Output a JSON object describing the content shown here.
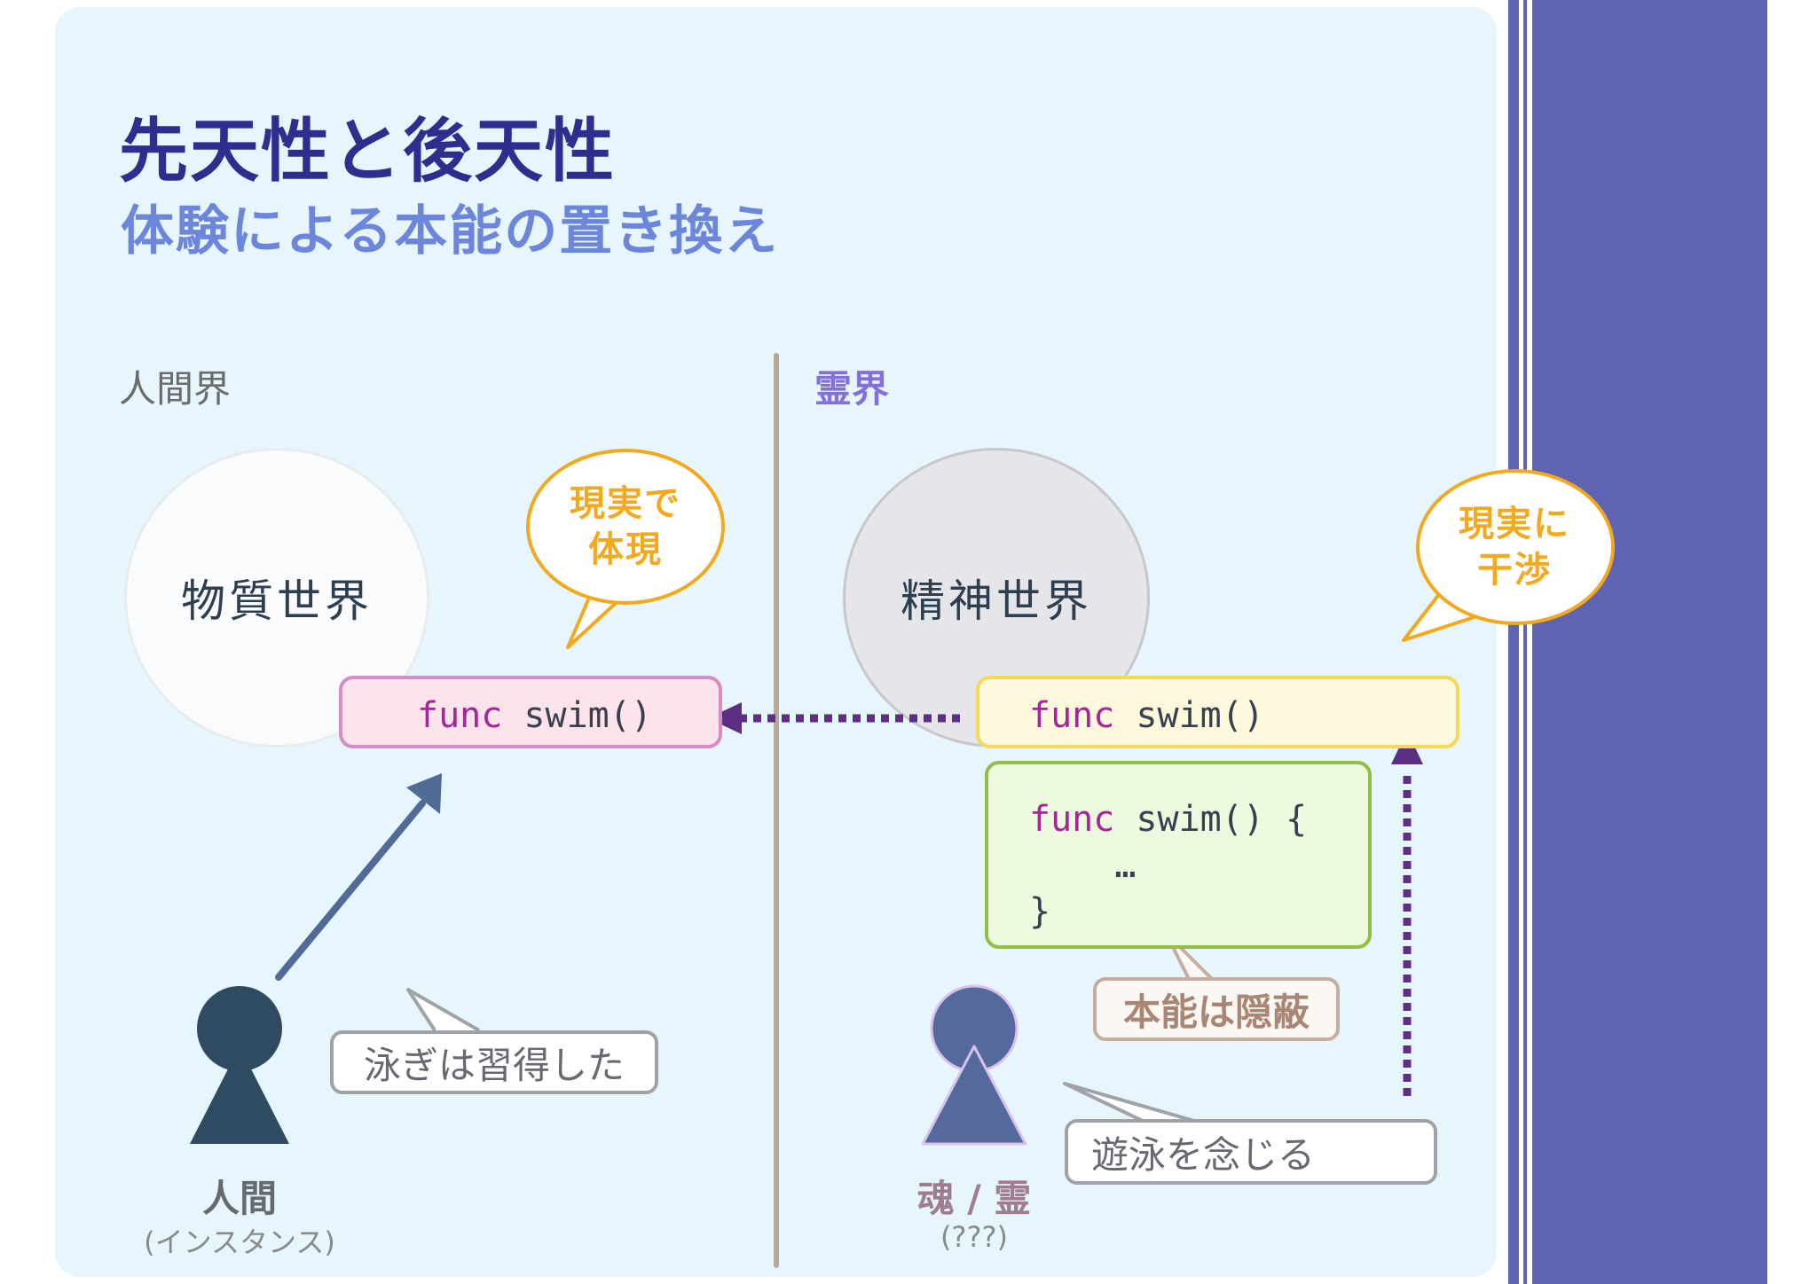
{
  "slide": {
    "title": "先天性と後天性",
    "subtitle": "体験による本能の置き換え"
  },
  "sections": {
    "human_realm": "人間界",
    "spirit_realm": "霊界"
  },
  "worlds": {
    "material": "物質世界",
    "spiritual": "精神世界"
  },
  "code": {
    "keyword": "func",
    "human_rest": " swim()",
    "spirit_rest": " swim()",
    "hidden_line1_rest": " swim() {",
    "hidden_line2": "    …",
    "hidden_line3": "}"
  },
  "callouts": {
    "embody_line1": "現実で",
    "embody_line2": "体現",
    "interfere_line1": "現実に",
    "interfere_line2": "干渉",
    "learned": "泳ぎは習得した",
    "instinct_hidden": "本能は隠蔽",
    "think_swim": "遊泳を念じる"
  },
  "figures": {
    "human_label": "人間",
    "human_sub": "(インスタンス)",
    "soul_label": "魂 / 霊",
    "soul_sub": "(???)"
  },
  "colors": {
    "title": "#2e2e8f",
    "subtitle": "#6b86db",
    "human_realm_label": "#6b6b6b",
    "spirit_realm_label": "#8470d6",
    "human_figure": "#2f4b62",
    "soul_figure": "#556a9c",
    "keyword": "#a42795",
    "dotted_arrow": "#5c2e84",
    "solid_arrow": "#4f6b96",
    "yellow_bubble": "#f2a91e",
    "sidebar": "#5f63b4"
  }
}
